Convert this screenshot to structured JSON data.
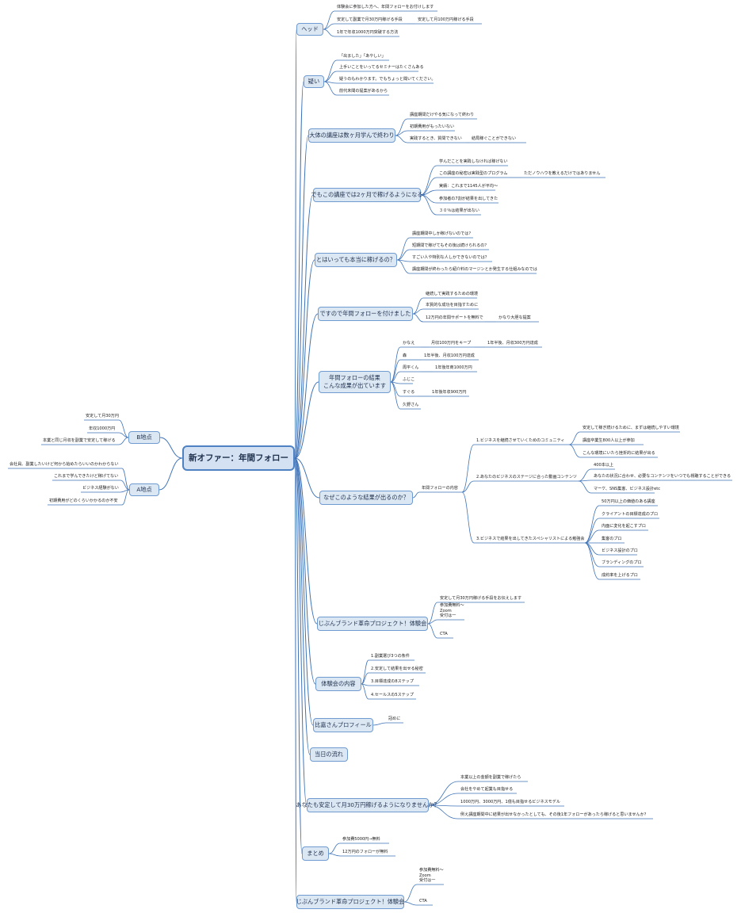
{
  "central": "新オファー：年間フォロー",
  "branches": [
    {
      "id": "head",
      "label": "ヘッド",
      "children": [
        {
          "text": "体験会に参加した方へ、年間フォローをお付けします"
        },
        {
          "text": "安定して副業で月30万円稼げる手段",
          "children": [
            {
              "text": "安定して月100万円稼げる手段"
            }
          ]
        },
        {
          "text": "1年で年収1000万円突破する方法"
        }
      ]
    },
    {
      "id": "doubt",
      "label": "疑い",
      "children": [
        {
          "text": "「出ました」「あやしい」"
        },
        {
          "text": "上手いことをいってるセミナーはたくさんある"
        },
        {
          "text": "疑うのもわかります。でもちょっと聞いてください。"
        },
        {
          "text": "前代未聞の提案があるから"
        }
      ]
    },
    {
      "id": "typical",
      "label": "大体の講座は数ヶ月学んで終わり",
      "children": [
        {
          "text": "講座期間だけやる気になって終わり"
        },
        {
          "text": "初期費用がもったいない"
        },
        {
          "text": "実践するとき、質問できない",
          "children": [
            {
              "text": "結局稼ぐことができない"
            }
          ]
        }
      ]
    },
    {
      "id": "this-course",
      "label": "でもこの講座では2ヶ月で稼げるようになる",
      "children": [
        {
          "text": "学んだことを実践しなければ稼げない"
        },
        {
          "text": "この講座の秘密は実践型のプログラム",
          "children": [
            {
              "text": "ただノウハウを教えるだけではありません"
            }
          ]
        },
        {
          "text": "実績：これまで1145人が平均〜"
        },
        {
          "text": "参加者の7割が結果を出してきた"
        },
        {
          "text": "３０％は結果が出ない"
        }
      ]
    },
    {
      "id": "really",
      "label": "とはいっても本当に稼げるの？",
      "children": [
        {
          "text": "講座期間中しか稼げないのでは？"
        },
        {
          "text": "短期間で稼げてもその後は続けられるの？"
        },
        {
          "text": "すごい人や特別な人しかできないのでは？"
        },
        {
          "text": "講座期間が終わったら紹介料のマージンとか発生する仕組みなのでは"
        }
      ]
    },
    {
      "id": "so-annual",
      "label": "ですので年間フォローを付けました",
      "children": [
        {
          "text": "継続して実践するための環境"
        },
        {
          "text": "本質的な成功を目指すために"
        },
        {
          "text": "12万円の年間サポートを無料で",
          "children": [
            {
              "text": "かなり大胆な提案"
            }
          ]
        }
      ]
    },
    {
      "id": "results",
      "label": "年間フォローの結果\nこんな成果が出ています",
      "children": [
        {
          "text": "かなえ",
          "children": [
            {
              "text": "月収100万円をキープ",
              "children": [
                {
                  "text": "1年半後、月収300万円達成"
                }
              ]
            }
          ]
        },
        {
          "text": "森",
          "children": [
            {
              "text": "1年半後、月収100万円達成"
            }
          ]
        },
        {
          "text": "周平くん",
          "children": [
            {
              "text": "1年後年商1000万円"
            }
          ]
        },
        {
          "text": "ふじこ"
        },
        {
          "text": "すぐる",
          "children": [
            {
              "text": "1年後年収900万円"
            }
          ]
        },
        {
          "text": "久野さん"
        }
      ]
    },
    {
      "id": "why",
      "label": "なぜこのような結果が出るのか？",
      "children": [
        {
          "text": "年間フォローの内容",
          "children": [
            {
              "text": "1.ビジネスを継続させていくためのコミュニティ",
              "children": [
                {
                  "text": "安定して稼ぎ続けるために、まずは継続しやすい環境"
                },
                {
                  "text": "講座卒業生800人以上が参加"
                },
                {
                  "text": "こんな環境にいたら挫折的に結果が出る"
                }
              ]
            },
            {
              "text": "2.あなたのビジネスのステージに合った動画コンテンツ",
              "children": [
                {
                  "text": "400本以上"
                },
                {
                  "text": "あなたの状況に合わせ、必要なコンテンツをいつでも視聴することができる"
                },
                {
                  "text": "マーケ、SNS集客、ビジネス設計etc"
                }
              ]
            },
            {
              "text": "3.ビジネスで結果を出してきたスペシャリストによる勉強会",
              "children": [
                {
                  "text": "50万円以上の価値のある講座"
                },
                {
                  "text": "クライアントの目標達成のプロ"
                },
                {
                  "text": "内面に変化を起こすプロ"
                },
                {
                  "text": "集客のプロ"
                },
                {
                  "text": "ビジネス設計のプロ"
                },
                {
                  "text": "ブランディングのプロ"
                },
                {
                  "text": "成約率を上げるプロ"
                }
              ]
            }
          ]
        }
      ]
    },
    {
      "id": "trial1",
      "label": "じぶんブランド革命プロジェクト！体験会",
      "children": [
        {
          "text": "安定して月30万円稼げる手段をお伝えします"
        },
        {
          "text": "参加費無料〜\nZoom\n受付は一"
        },
        {
          "text": "CTA"
        }
      ]
    },
    {
      "id": "content",
      "label": "体験会の内容",
      "children": [
        {
          "text": "1.副業選び3つの条件"
        },
        {
          "text": "2.安定して結果を出せる秘密"
        },
        {
          "text": "3.目標達成の8ステップ"
        },
        {
          "text": "4.セールスの5ステップ"
        }
      ]
    },
    {
      "id": "profile",
      "label": "比嘉さんプロフィール",
      "children": [
        {
          "text": "冠めに"
        }
      ]
    },
    {
      "id": "flow",
      "label": "当日の流れ",
      "children": []
    },
    {
      "id": "you-too",
      "label": "あなたも安定して月30万円稼げるようになりませんか？",
      "children": [
        {
          "text": "本業以上の金額を副業で稼げたら"
        },
        {
          "text": "会社をやめて起業も目指せる"
        },
        {
          "text": "1000万円、3000万円、1億も目指せるビジネスモデル"
        },
        {
          "text": "例え講座期間中に結果が出せなかったとしても、その後1年フォローがあったら稼げると思いませんか？"
        }
      ]
    },
    {
      "id": "summary",
      "label": "まとめ",
      "children": [
        {
          "text": "参加費5000円→無料"
        },
        {
          "text": "12万円のフォローが無料"
        }
      ]
    },
    {
      "id": "trial2",
      "label": "じぶんブランド革命プロジェクト！体験会",
      "children": [
        {
          "text": "参加費無料〜\nZoom\n受付は一"
        },
        {
          "text": "CTA"
        }
      ]
    },
    {
      "id": "point-b",
      "label": "B地点",
      "children": [
        {
          "text": "安定して月30万円"
        },
        {
          "text": "年収1000万円"
        },
        {
          "text": "本業と同じ月収を副業で安定して稼げる"
        }
      ]
    },
    {
      "id": "point-a",
      "label": "A地点",
      "children": [
        {
          "text": "会社員、副業したいけど何から始めたらいいのかわからない"
        },
        {
          "text": "これまで学んできたけど稼げてない"
        },
        {
          "text": "ビジネス経験がない"
        },
        {
          "text": "初期費用がどのくらいかかるのか不安"
        }
      ]
    }
  ],
  "style": {
    "line": "#3f73b8",
    "underline": "#3f73b8",
    "node_fill": "#dce7f4",
    "node_border": "#6f9bd0"
  }
}
